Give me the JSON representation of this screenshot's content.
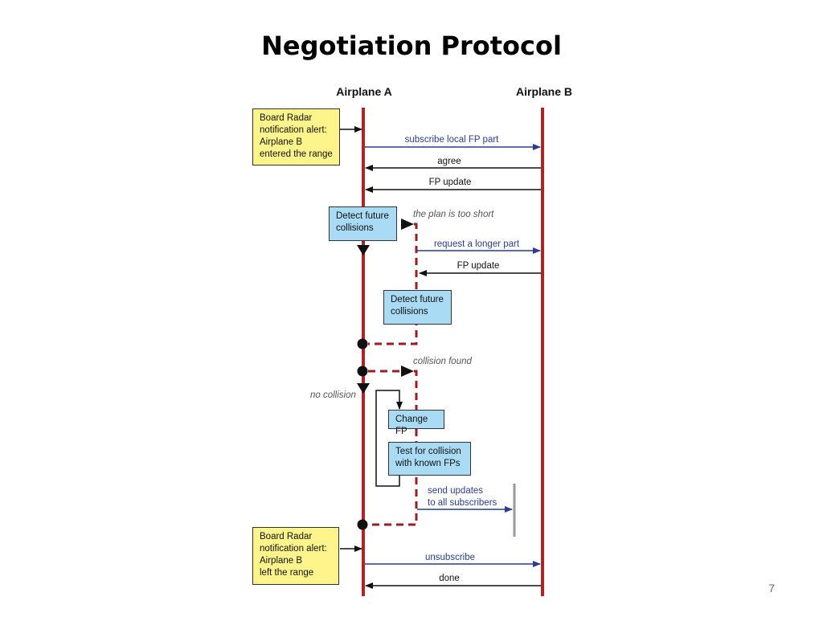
{
  "slide": {
    "title": "Negotiation Protocol",
    "page_number": "7"
  },
  "lanes": {
    "a": "Airplane A",
    "b": "Airplane B"
  },
  "boxes": {
    "radar_enter": [
      "Board Radar",
      "notification alert:",
      "Airplane B",
      "entered the range"
    ],
    "detect1": [
      "Detect future",
      "collisions"
    ],
    "detect2": [
      "Detect future",
      "collisions"
    ],
    "change_fp": "Change FP",
    "test": [
      "Test for collision",
      "with known FPs"
    ],
    "radar_leave": [
      "Board Radar",
      "notification alert:",
      "Airplane B",
      "left the range"
    ]
  },
  "messages": {
    "subscribe": "subscribe local FP part",
    "agree": "agree",
    "fp_update_1": "FP update",
    "request_longer": "request a longer part",
    "fp_update_2": "FP update",
    "send_updates": [
      "send updates",
      "to all subscribers"
    ],
    "unsubscribe": "unsubscribe",
    "done": "done"
  },
  "notes": {
    "plan_short": "the plan is too short",
    "collision_found": "collision found",
    "no_collision": "no collision"
  },
  "colors": {
    "lifeline": "#b52025",
    "message_blue": "#2b3d8f",
    "message_black": "#111111",
    "dashed_branch": "#9b1c22",
    "box_yellow": "#fdf58b",
    "box_blue": "#a9dcf4",
    "terminator_gray": "#999999"
  }
}
